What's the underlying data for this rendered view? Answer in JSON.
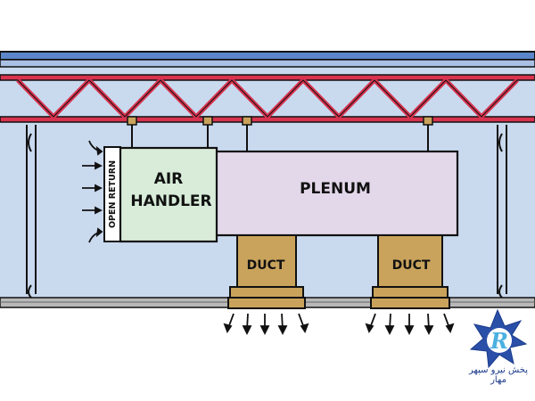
{
  "labels": {
    "open_return": "OPEN RETURN",
    "air_handler_line1": "AIR",
    "air_handler_line2": "HANDLER",
    "plenum": "PLENUM",
    "duct_left": "DUCT",
    "duct_right": "DUCT"
  },
  "logo": {
    "monogram": "R",
    "caption": "پخش نیرو سپهر مهار"
  },
  "colors": {
    "ceiling_space": "#c9d9ee",
    "roof_deck": "#5b86c9",
    "truss": "#d8334f",
    "air_handler": "#d8ecd9",
    "plenum": "#e3d8ea",
    "duct": "#c9a35c",
    "floor": "#b8b8b8"
  }
}
